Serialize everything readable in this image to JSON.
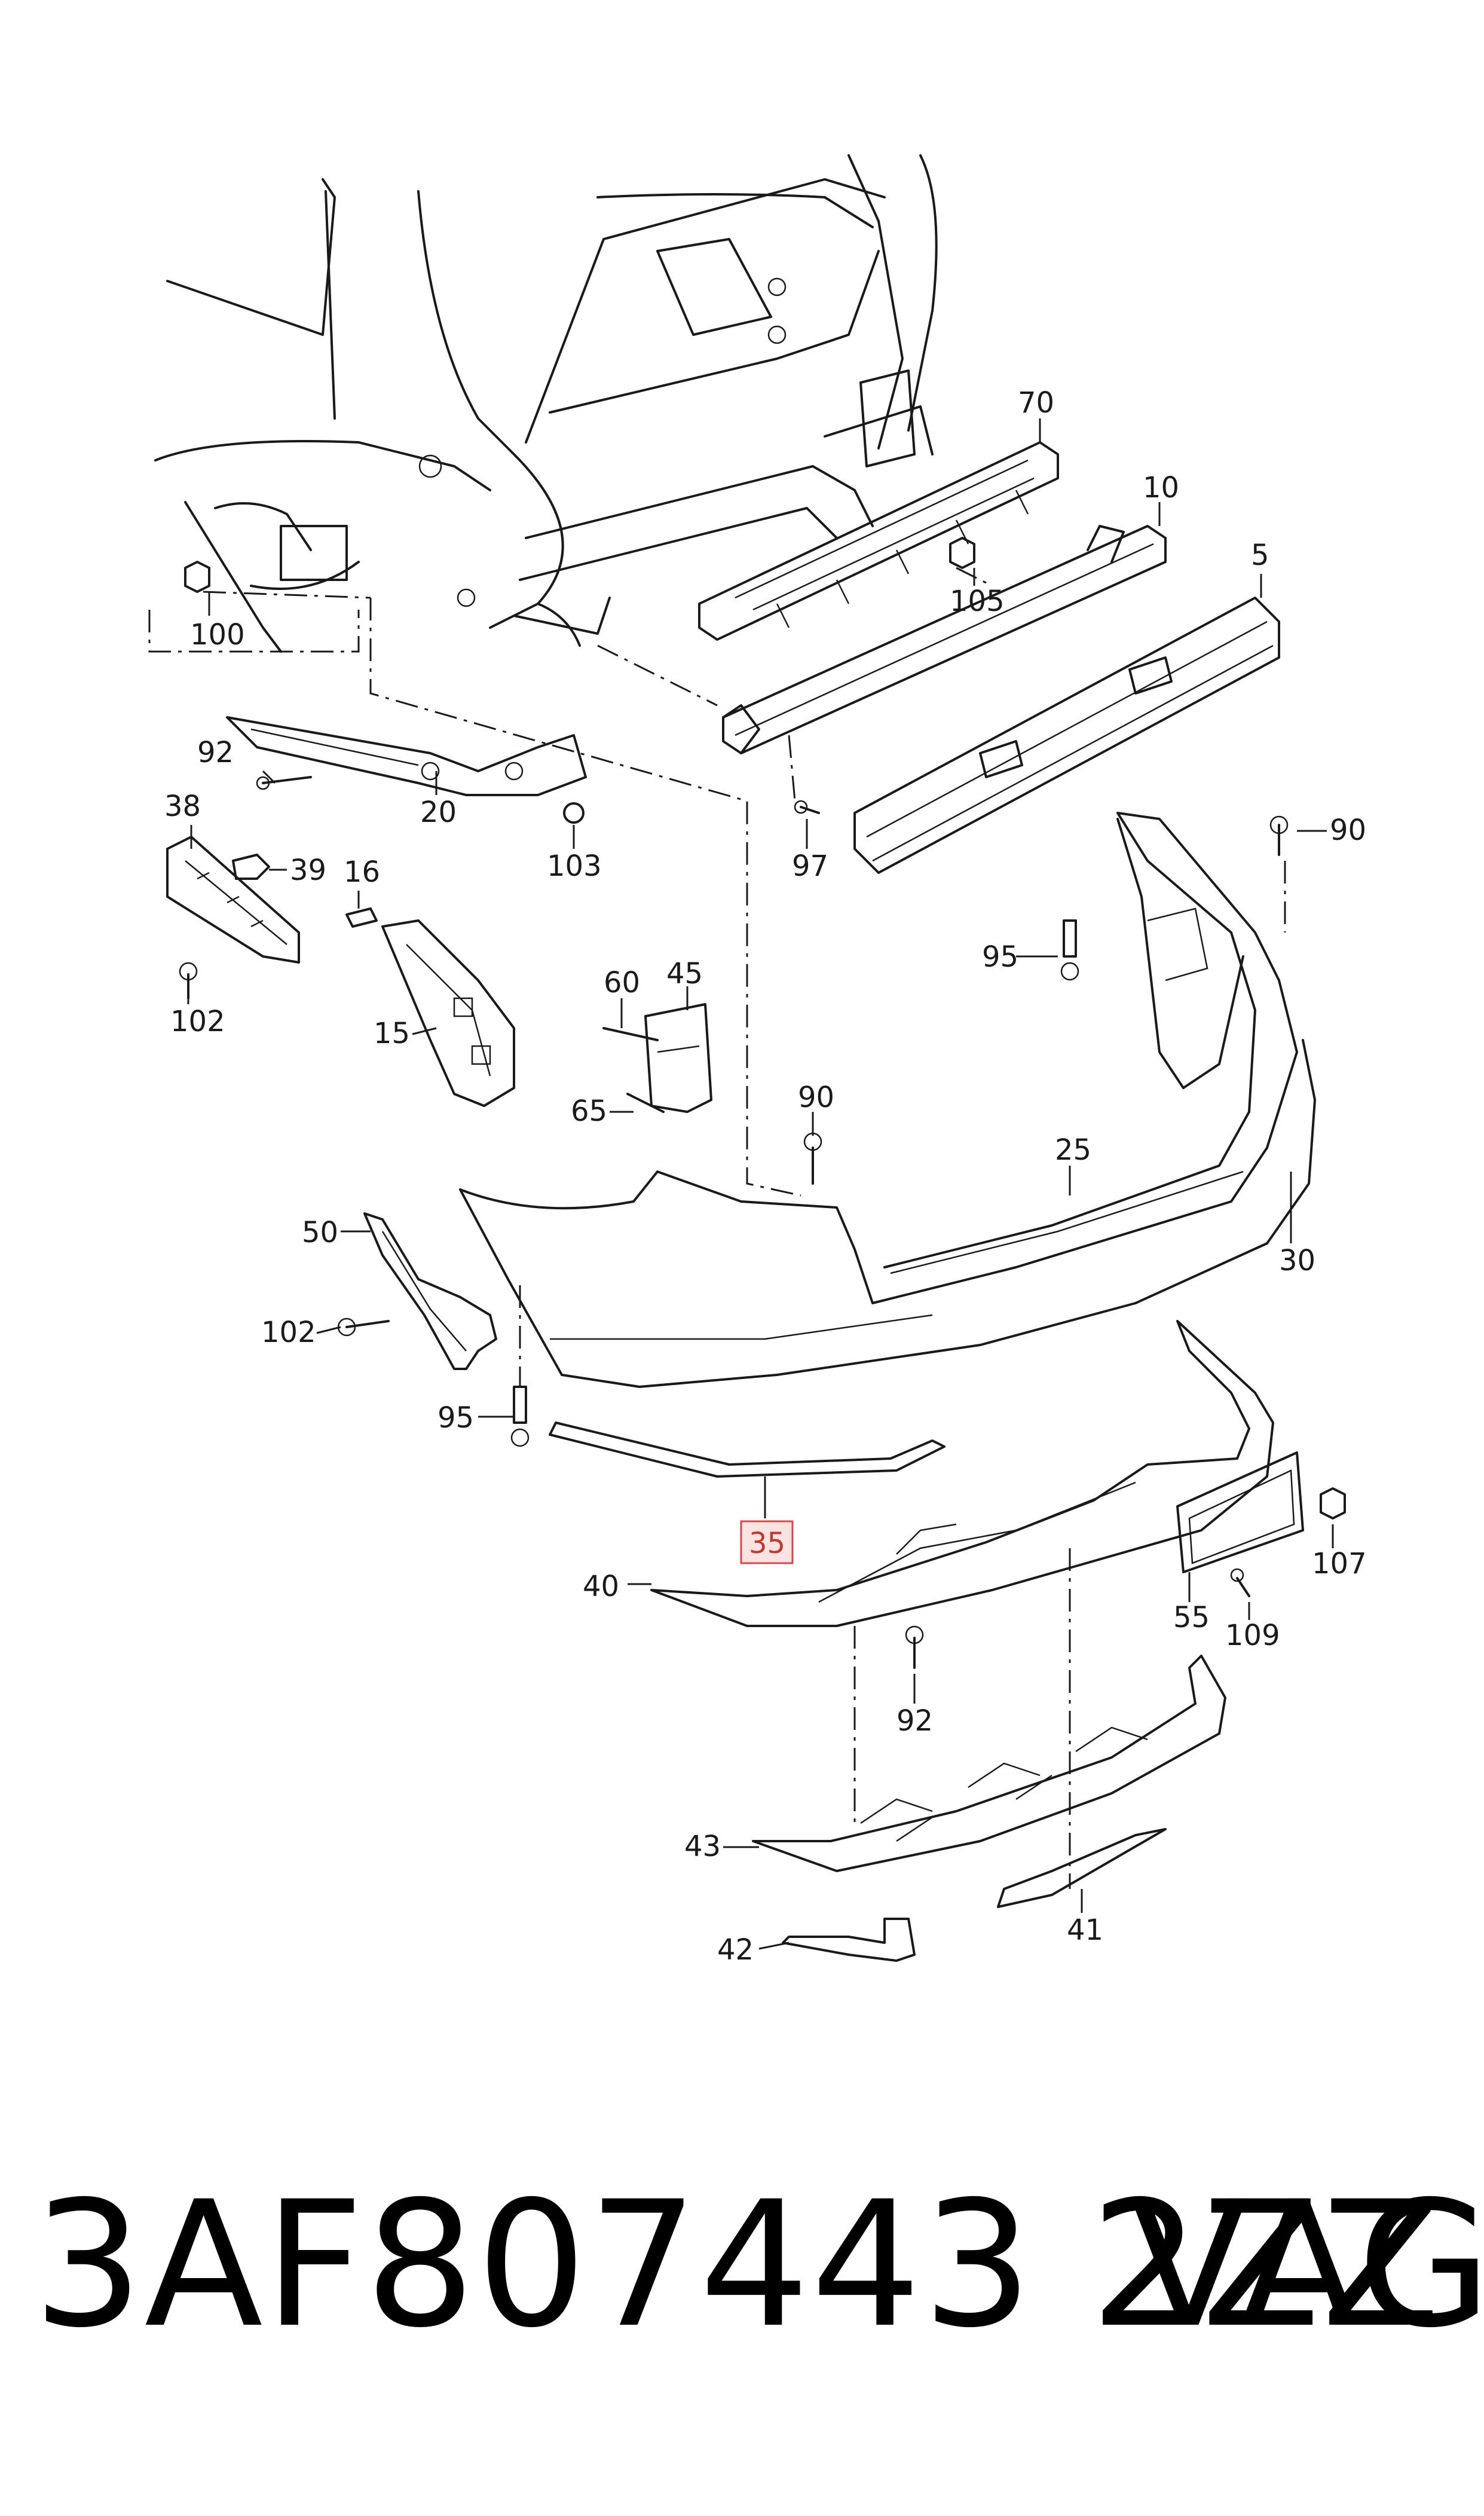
{
  "labels": {
    "p70": "70",
    "p10": "10",
    "p5": "5",
    "p105": "105",
    "p100": "100",
    "p92a": "92",
    "p20": "20",
    "p103": "103",
    "p97": "97",
    "p90a": "90",
    "p38": "38",
    "p39": "39",
    "p16": "16",
    "p95a": "95",
    "p102a": "102",
    "p15": "15",
    "p60": "60",
    "p45": "45",
    "p65": "65",
    "p90b": "90",
    "p25": "25",
    "p50": "50",
    "p30": "30",
    "p102b": "102",
    "p95b": "95",
    "p35": "35",
    "p40": "40",
    "p107": "107",
    "p55": "55",
    "p109": "109",
    "p92b": "92",
    "p43": "43",
    "p41": "41",
    "p42": "42"
  },
  "highlighted_part": "35",
  "highlight_color": "#d04a4a",
  "footer": {
    "part_number": "3AF807443 2ZZ",
    "brand": "VAG"
  }
}
